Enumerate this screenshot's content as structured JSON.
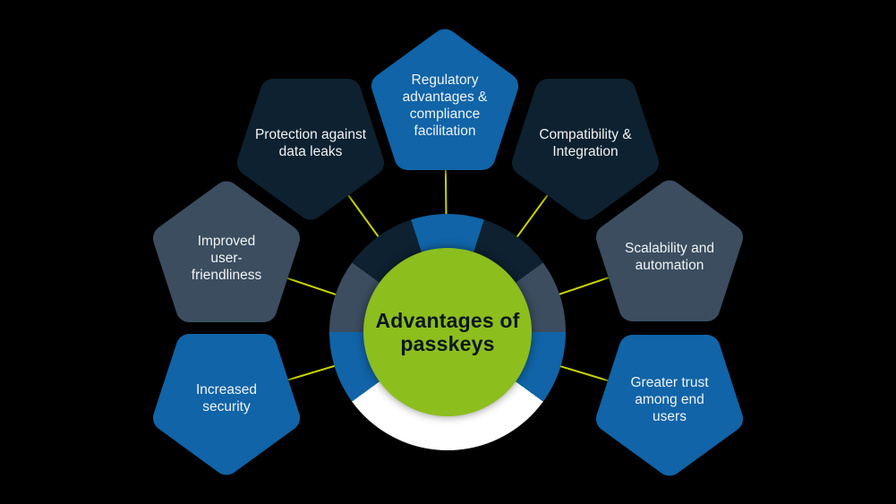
{
  "title": "Advantages of passkeys",
  "nodes": [
    {
      "label": "Regulatory advantages & compliance facilitation",
      "color": "blue",
      "position": "top"
    },
    {
      "label": "Compatibility & Integration",
      "color": "navy",
      "position": "upper-right"
    },
    {
      "label": "Scalability and automation",
      "color": "slate",
      "position": "right"
    },
    {
      "label": "Greater trust among end users",
      "color": "blue",
      "position": "lower-right"
    },
    {
      "label": "Increased security",
      "color": "blue",
      "position": "lower-left"
    },
    {
      "label": "Improved user-friendliness",
      "color": "slate",
      "position": "left"
    },
    {
      "label": "Protection against data leaks",
      "color": "navy",
      "position": "upper-left"
    }
  ],
  "colors": {
    "bg": "#000000",
    "blue": "#1064A7",
    "navy": "#0D2130",
    "slate": "#3B4D5F",
    "green": "#8CBE1E",
    "ring-white": "#FFFFFF",
    "connector": "#C9D400",
    "label": "#EFF3F4",
    "title-color": "#0C161D"
  }
}
